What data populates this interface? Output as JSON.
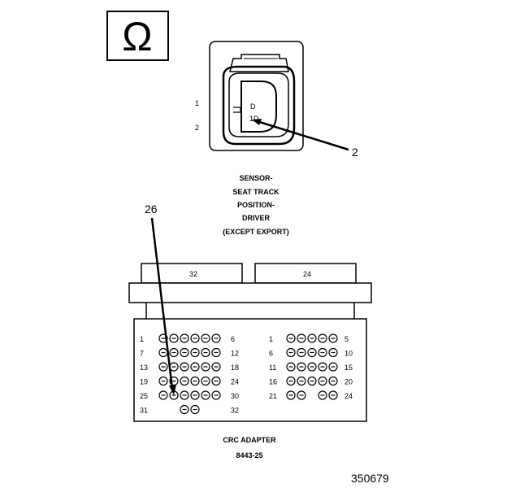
{
  "ohm_symbol": "Ω",
  "sensor": {
    "pin_labels": [
      "1",
      "2"
    ],
    "cavity_marks": [
      "D",
      "1D"
    ],
    "title_lines": [
      "SENSOR-",
      "SEAT TRACK",
      "POSITION-",
      "DRIVER",
      "(EXCEPT EXPORT)"
    ]
  },
  "callouts": {
    "sensor_pin": "2",
    "adapter_pin": "26"
  },
  "adapter": {
    "tabs": [
      "32",
      "24"
    ],
    "left_rows": [
      {
        "start": "1",
        "end": "6",
        "pins": 6
      },
      {
        "start": "7",
        "end": "12",
        "pins": 6
      },
      {
        "start": "13",
        "end": "18",
        "pins": 6
      },
      {
        "start": "19",
        "end": "24",
        "pins": 6
      },
      {
        "start": "25",
        "end": "30",
        "pins": 6
      },
      {
        "start": "31",
        "end": "32",
        "pins": 2
      }
    ],
    "right_rows": [
      {
        "start": "1",
        "end": "5",
        "pins": 5
      },
      {
        "start": "6",
        "end": "10",
        "pins": 5
      },
      {
        "start": "11",
        "end": "15",
        "pins": 5
      },
      {
        "start": "16",
        "end": "20",
        "pins": 5
      },
      {
        "start": "21",
        "end": "24",
        "pins": 4
      }
    ],
    "title": "CRC ADAPTER",
    "part_number": "8443-25"
  },
  "figure_id": "350679"
}
